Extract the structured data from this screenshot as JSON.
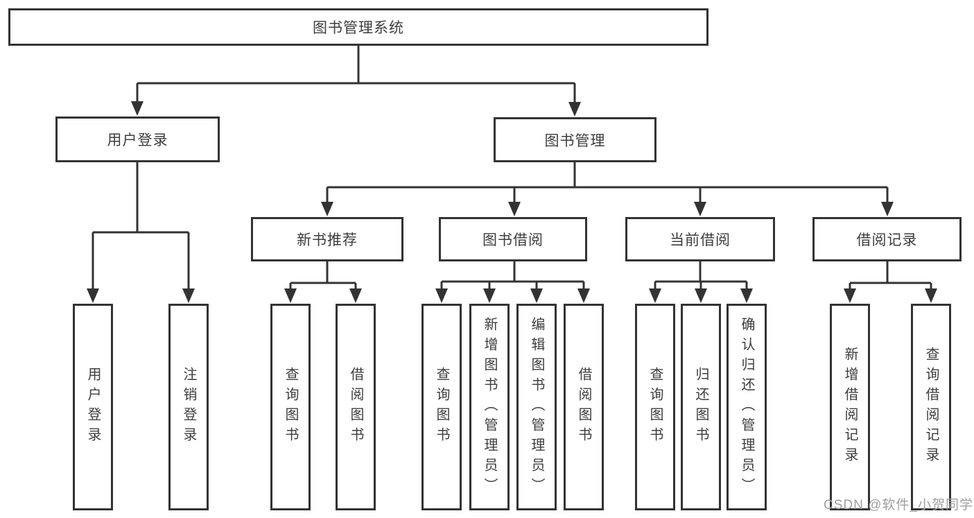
{
  "tree": {
    "root": {
      "label": "图书管理系统"
    },
    "children": [
      {
        "label": "用户登录",
        "children": [
          {
            "label": "用户登录"
          },
          {
            "label": "注销登录"
          }
        ]
      },
      {
        "label": "图书管理",
        "children": [
          {
            "label": "新书推荐",
            "children": [
              {
                "label": "查询图书"
              },
              {
                "label": "借阅图书"
              }
            ]
          },
          {
            "label": "图书借阅",
            "children": [
              {
                "label": "查询图书"
              },
              {
                "label": "新增图书（管理员）"
              },
              {
                "label": "编辑图书（管理员）"
              },
              {
                "label": "借阅图书"
              }
            ]
          },
          {
            "label": "当前借阅",
            "children": [
              {
                "label": "查询图书"
              },
              {
                "label": "归还图书"
              },
              {
                "label": "确认归还（管理员）"
              }
            ]
          },
          {
            "label": "借阅记录",
            "children": [
              {
                "label": "新增借阅记录"
              },
              {
                "label": "查询借阅记录"
              }
            ]
          }
        ]
      }
    ]
  },
  "watermark": {
    "text": "CSDN @软件_小贺同学"
  },
  "colors": {
    "line": "#333333",
    "node_border": "#333333",
    "node_text": "#3d3d3d",
    "watermark": "#9e9e9e",
    "background": "#ffffff"
  }
}
